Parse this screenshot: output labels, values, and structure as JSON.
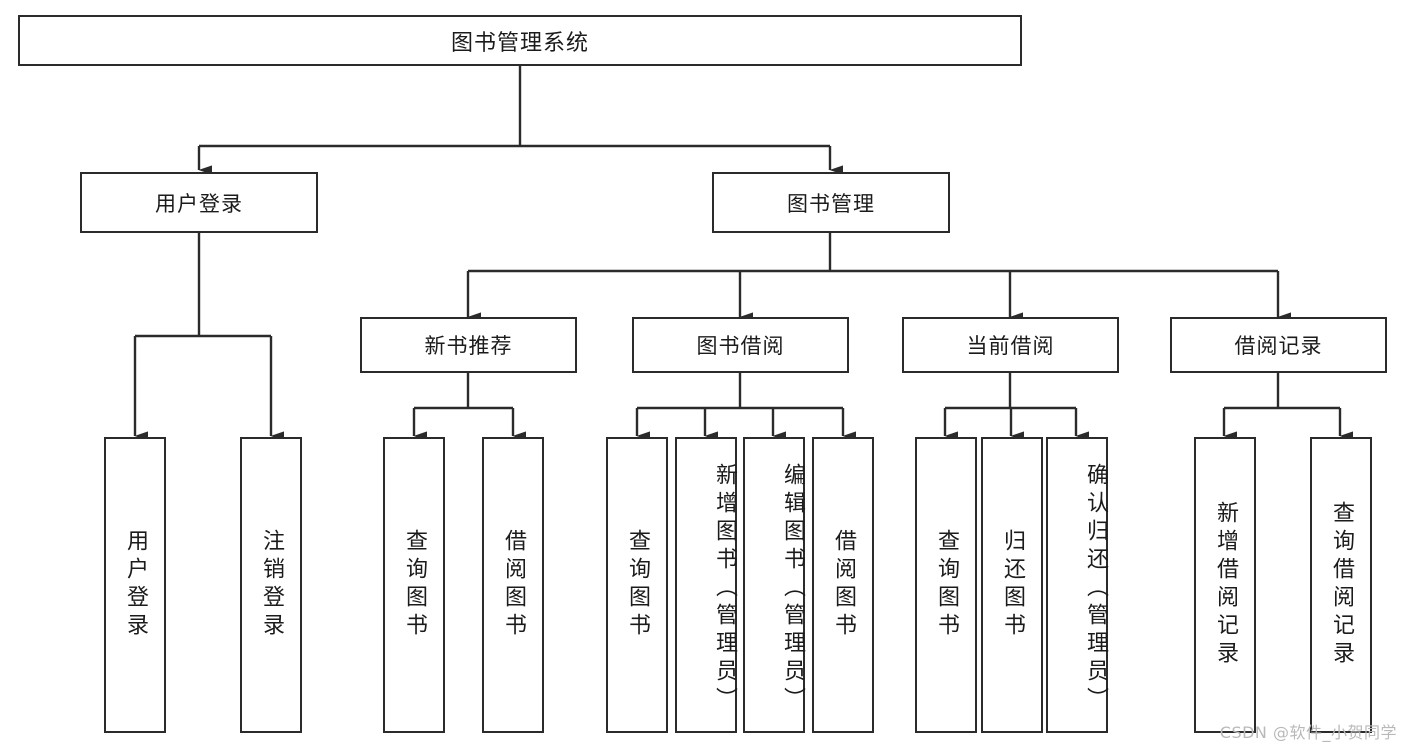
{
  "diagram": {
    "type": "tree",
    "title": "图书管理系统",
    "watermark": "CSDN @软件_小贺同学",
    "colors": {
      "stroke": "#2b2b2b",
      "fill": "#ffffff",
      "text": "#1b1b1b",
      "watermark": "#b9b9b9"
    },
    "root": {
      "label": "图书管理系统"
    },
    "level1": [
      {
        "label": "用户登录"
      },
      {
        "label": "图书管理"
      }
    ],
    "level2": [
      {
        "label": "新书推荐"
      },
      {
        "label": "图书借阅"
      },
      {
        "label": "当前借阅"
      },
      {
        "label": "借阅记录"
      }
    ],
    "leaves": {
      "user_login": [
        {
          "label": "用户登录"
        },
        {
          "label": "注销登录"
        }
      ],
      "new_book": [
        {
          "label": "查询图书"
        },
        {
          "label": "借阅图书"
        }
      ],
      "book_borrow": [
        {
          "label": "查询图书"
        },
        {
          "label": "新增图书（管理员）"
        },
        {
          "label": "编辑图书（管理员）"
        },
        {
          "label": "借阅图书"
        }
      ],
      "current_borrow": [
        {
          "label": "查询图书"
        },
        {
          "label": "归还图书"
        },
        {
          "label": "确认归还（管理员）"
        }
      ],
      "borrow_record": [
        {
          "label": "新增借阅记录"
        },
        {
          "label": "查询借阅记录"
        }
      ]
    }
  }
}
